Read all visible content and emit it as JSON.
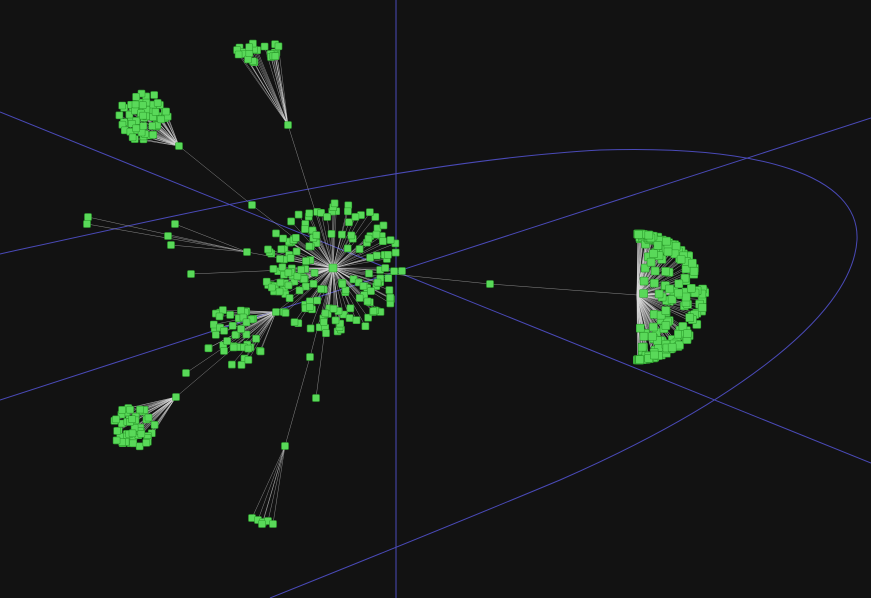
{
  "colors": {
    "background": "#121212",
    "node": "#59d959",
    "node_edge": "#2e9e2e",
    "link": "#d8d8d8",
    "guide_lines": "#4a4ab8"
  },
  "graph": {
    "layout": "3d-force-directed",
    "hub_count": 1,
    "sub_clusters": 8
  }
}
